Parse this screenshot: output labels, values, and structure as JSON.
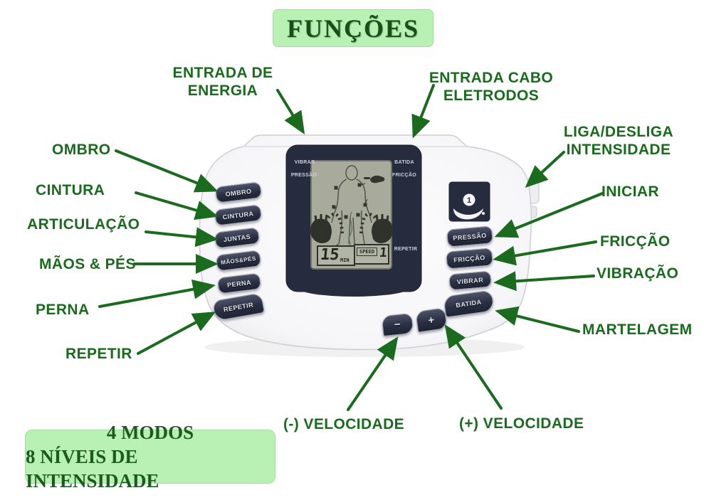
{
  "title": "FUNÇÕES",
  "labels": {
    "entrada_energia_1": "ENTRADA DE",
    "entrada_energia_2": "ENERGIA",
    "entrada_eletrodos_1": "ENTRADA CABO",
    "entrada_eletrodos_2": "ELETRODOS",
    "liga_desliga_1": "LIGA/DESLIGA",
    "liga_desliga_2": "INTENSIDADE",
    "iniciar": "INICIAR",
    "friccao": "FRICÇÃO",
    "vibracao": "VIBRAÇÃO",
    "martelagem": "MARTELAGEM",
    "ombro": "OMBRO",
    "cintura": "CINTURA",
    "articulacao": "ARTICULAÇÃO",
    "maos_pes": "MÃOS & PÉS",
    "perna": "PERNA",
    "repetir": "REPETIR",
    "vel_minus": "(-) VELOCIDADE",
    "vel_plus": "(+) VELOCIDADE"
  },
  "device": {
    "left_buttons": [
      "OMBRO",
      "CINTURA",
      "JUNTAS",
      "MÃOS&PÉS",
      "PERNA",
      "REPETIR"
    ],
    "right_buttons": [
      "PRESSÃO",
      "FRICÇÃO",
      "VIBRAR",
      "BATIDA"
    ],
    "minus": "−",
    "plus": "+",
    "power_digit": "1",
    "lcd": {
      "bezel_top_left_1": "VIBRAR",
      "bezel_top_left_2": "PRESSÃO",
      "bezel_top_right_1": "BATIDA",
      "bezel_top_right_2": "FRICÇÃO",
      "bezel_bottom_right": "REPETIR",
      "timer_value": "15",
      "timer_unit": "MIN",
      "speed_label": "SPEED",
      "speed_value": "1"
    }
  },
  "info_box": {
    "line1": "4 MODOS",
    "line2": "8 NÍVEIS DE INTENSIDADE"
  },
  "colors": {
    "accent_green": "#1a6b1e",
    "box_green": "#b9f0b3",
    "dark_green_text": "#17501a",
    "bezel_navy": "#262b3e",
    "lcd_gray": "#a8aa9c"
  }
}
